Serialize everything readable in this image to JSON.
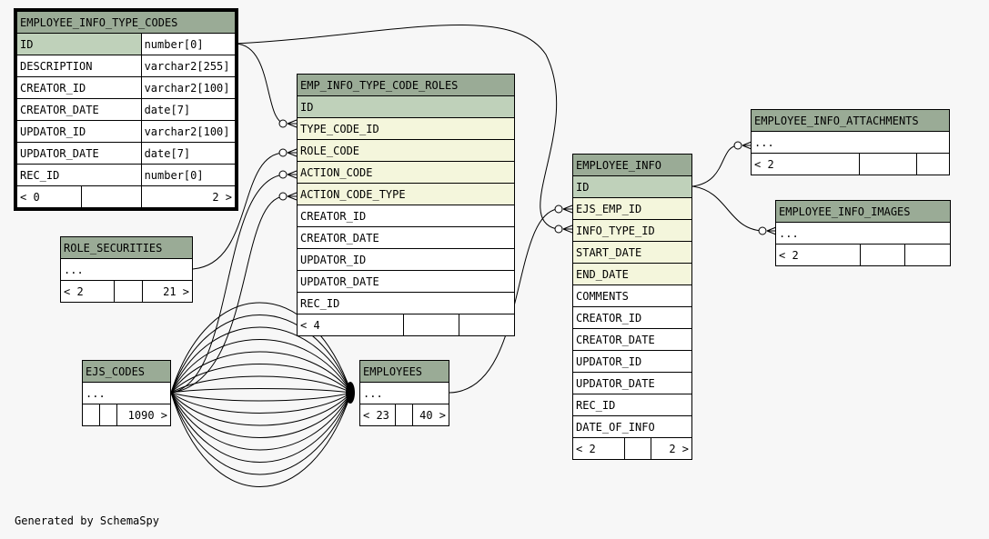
{
  "tables": {
    "employee_info_type_codes": {
      "name": "EMPLOYEE_INFO_TYPE_CODES",
      "columns": [
        {
          "name": "ID",
          "type": "number[0]"
        },
        {
          "name": "DESCRIPTION",
          "type": "varchar2[255]"
        },
        {
          "name": "CREATOR_ID",
          "type": "varchar2[100]"
        },
        {
          "name": "CREATOR_DATE",
          "type": "date[7]"
        },
        {
          "name": "UPDATOR_ID",
          "type": "varchar2[100]"
        },
        {
          "name": "UPDATOR_DATE",
          "type": "date[7]"
        },
        {
          "name": "REC_ID",
          "type": "number[0]"
        }
      ],
      "footer": {
        "parents": "< 0",
        "rows": "",
        "children": "2 >"
      }
    },
    "emp_info_type_code_roles": {
      "name": "EMP_INFO_TYPE_CODE_ROLES",
      "columns": [
        "ID",
        "TYPE_CODE_ID",
        "ROLE_CODE",
        "ACTION_CODE",
        "ACTION_CODE_TYPE",
        "CREATOR_ID",
        "CREATOR_DATE",
        "UPDATOR_ID",
        "UPDATOR_DATE",
        "REC_ID"
      ],
      "footer": {
        "parents": "< 4",
        "rows": "",
        "children": ""
      }
    },
    "employee_info": {
      "name": "EMPLOYEE_INFO",
      "columns": [
        "ID",
        "EJS_EMP_ID",
        "INFO_TYPE_ID",
        "START_DATE",
        "END_DATE",
        "COMMENTS",
        "CREATOR_ID",
        "CREATOR_DATE",
        "UPDATOR_ID",
        "UPDATOR_DATE",
        "REC_ID",
        "DATE_OF_INFO"
      ],
      "footer": {
        "parents": "< 2",
        "rows": "",
        "children": "2 >"
      }
    },
    "employee_info_attachments": {
      "name": "EMPLOYEE_INFO_ATTACHMENTS",
      "columns": [
        "..."
      ],
      "footer": {
        "parents": "< 2",
        "rows": "",
        "children": ""
      }
    },
    "employee_info_images": {
      "name": "EMPLOYEE_INFO_IMAGES",
      "columns": [
        "..."
      ],
      "footer": {
        "parents": "< 2",
        "rows": "",
        "children": ""
      }
    },
    "role_securities": {
      "name": "ROLE_SECURITIES",
      "columns": [
        "..."
      ],
      "footer": {
        "parents": "< 2",
        "rows": "",
        "children": "21 >"
      }
    },
    "ejs_codes": {
      "name": "EJS_CODES",
      "columns": [
        "..."
      ],
      "footer": {
        "parents": "",
        "rows": "",
        "children": "1090 >"
      }
    },
    "employees": {
      "name": "EMPLOYEES",
      "columns": [
        "..."
      ],
      "footer": {
        "parents": "< 23",
        "rows": "",
        "children": "40 >"
      }
    }
  },
  "footer_note": "Generated by SchemaSpy",
  "colors": {
    "header": "#9aab96",
    "primary_key": "#bfd1ba",
    "foreign_key": "#f4f6dc",
    "background": "#f7f7f7"
  }
}
